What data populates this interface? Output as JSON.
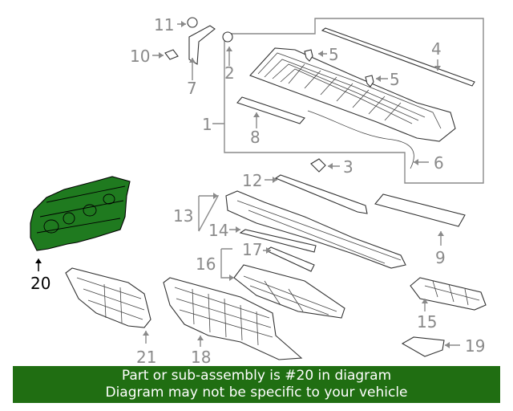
{
  "diagram": {
    "callouts": {
      "c1": "1",
      "c2": "2",
      "c3": "3",
      "c4": "4",
      "c5a": "5",
      "c5b": "5",
      "c6": "6",
      "c7": "7",
      "c8": "8",
      "c9": "9",
      "c10": "10",
      "c11": "11",
      "c12": "12",
      "c13": "13",
      "c14": "14",
      "c15": "15",
      "c16": "16",
      "c17": "17",
      "c18": "18",
      "c19": "19",
      "c20": "20",
      "c21": "21"
    },
    "highlighted_part": "20",
    "highlight_color": "#1f7a1f"
  },
  "banner": {
    "line1": "Part or sub-assembly is #20 in diagram",
    "line2": "Diagram may not be specific to your vehicle",
    "color": "#206e12"
  }
}
